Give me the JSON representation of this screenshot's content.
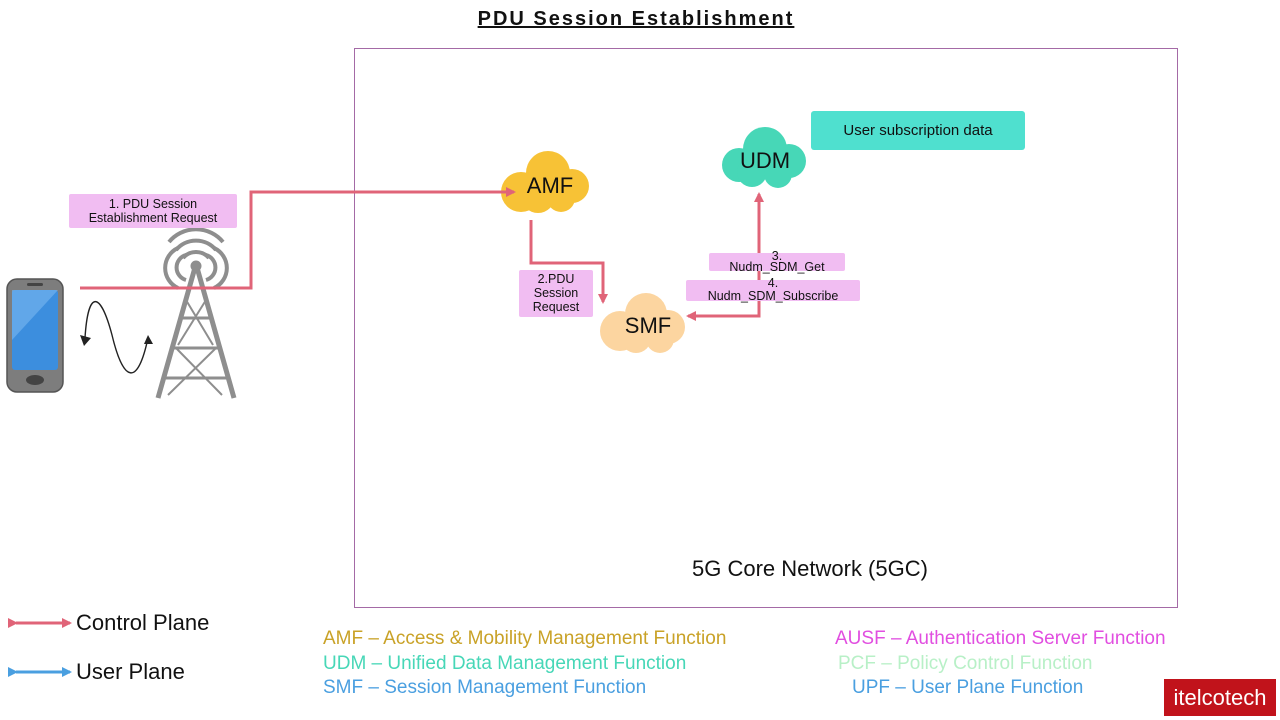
{
  "title": "PDU Session Establishment",
  "core_network_label": "5G Core Network (5GC)",
  "nodes": {
    "amf": "AMF",
    "smf": "SMF",
    "udm": "UDM"
  },
  "subscription_data": "User subscription data",
  "messages": {
    "m1_line1": "1. PDU Session",
    "m1_line2": "Establishment Request",
    "m2_line1": "2.PDU",
    "m2_line2": "Session",
    "m2_line3": "Request",
    "m3_line1": "3.",
    "m3_line2": "Nudm_SDM_Get",
    "m4_line1": "4.",
    "m4_line2": "Nudm_SDM_Subscribe"
  },
  "legend": {
    "control_plane": "Control Plane",
    "user_plane": "User Plane",
    "control_color": "#e06478",
    "user_color": "#4a9fe0"
  },
  "definitions": {
    "amf": "AMF – Access & Mobility Management Function",
    "udm": "UDM – Unified Data Management Function",
    "smf": "SMF – Session Management Function",
    "ausf": "AUSF – Authentication Server Function",
    "pcf": "PCF – Policy Control Function",
    "upf": "UPF – User Plane Function"
  },
  "brand": "itelcotech"
}
